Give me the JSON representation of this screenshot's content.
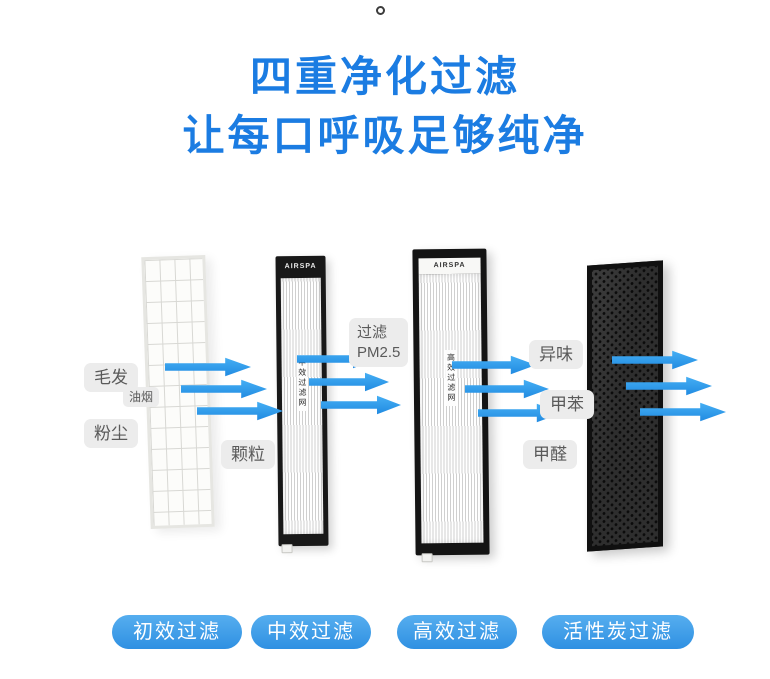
{
  "theme": {
    "background": "#ffffff",
    "title_blue": "#1b7ce2",
    "arrow_blue_light": "#48b2f5",
    "arrow_blue_dark": "#1e87e0",
    "pill_blue_light": "#56aeef",
    "pill_blue_dark": "#2f90e2",
    "bubble_bg": "#ececec",
    "bubble_text": "#5a5a5a"
  },
  "header": {
    "title_line1": "四重净化过滤",
    "title_line2": "让每口呼吸足够纯净"
  },
  "bubbles": {
    "hair": "毛发",
    "oil_smoke": "油烟",
    "dust": "粉尘",
    "particles": "颗粒",
    "pm25_line1": "过滤",
    "pm25_line2": "PM2.5",
    "odor": "异味",
    "toluene": "甲苯",
    "formaldehyde": "甲醛"
  },
  "filters": {
    "medium_brand": "AIRSPA",
    "medium_label_vertical": "中效过滤网",
    "high_brand": "AIRSPA",
    "high_label_vertical": "高效过滤网"
  },
  "stage_pills": [
    {
      "label": "初效过滤"
    },
    {
      "label": "中效过滤"
    },
    {
      "label": "高效过滤"
    },
    {
      "label": "活性炭过滤"
    }
  ]
}
